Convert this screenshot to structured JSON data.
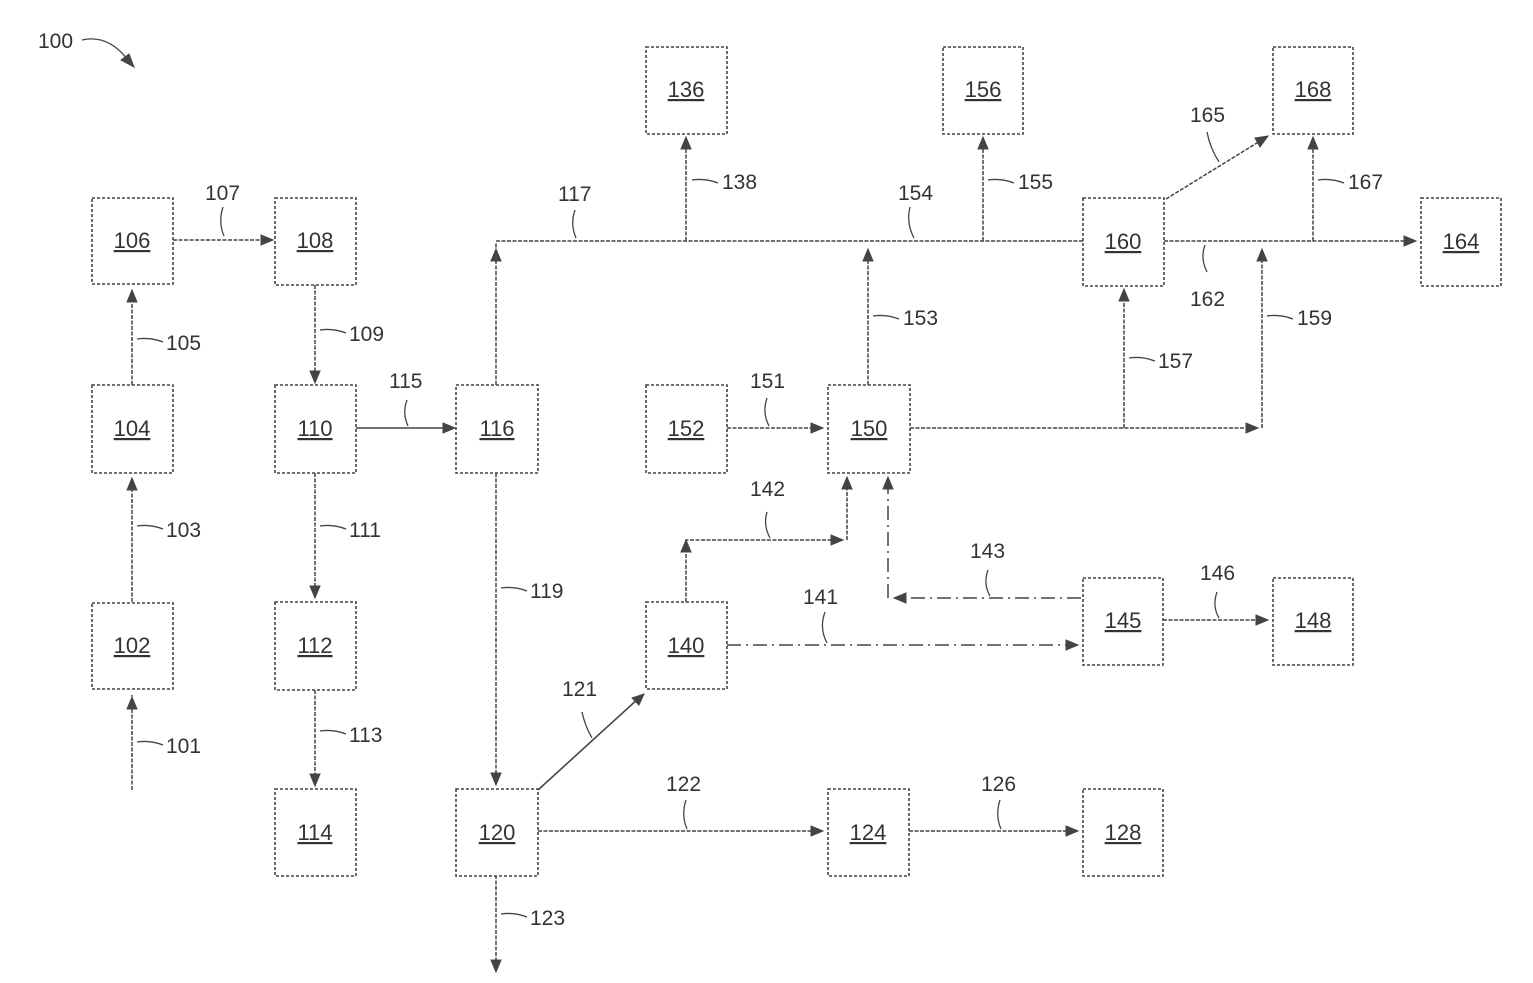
{
  "figure_label": "100",
  "boxes": {
    "b102": "102",
    "b104": "104",
    "b106": "106",
    "b108": "108",
    "b110": "110",
    "b112": "112",
    "b114": "114",
    "b116": "116",
    "b120": "120",
    "b124": "124",
    "b128": "128",
    "b136": "136",
    "b140": "140",
    "b145": "145",
    "b148": "148",
    "b150": "150",
    "b152": "152",
    "b156": "156",
    "b160": "160",
    "b164": "164",
    "b168": "168"
  },
  "streams": {
    "s101": "101",
    "s103": "103",
    "s105": "105",
    "s107": "107",
    "s109": "109",
    "s111": "111",
    "s113": "113",
    "s115": "115",
    "s117": "117",
    "s119": "119",
    "s121": "121",
    "s122": "122",
    "s123": "123",
    "s126": "126",
    "s138": "138",
    "s141": "141",
    "s142": "142",
    "s143": "143",
    "s146": "146",
    "s151": "151",
    "s153": "153",
    "s154": "154",
    "s155": "155",
    "s157": "157",
    "s159": "159",
    "s162": "162",
    "s165": "165",
    "s167": "167"
  }
}
